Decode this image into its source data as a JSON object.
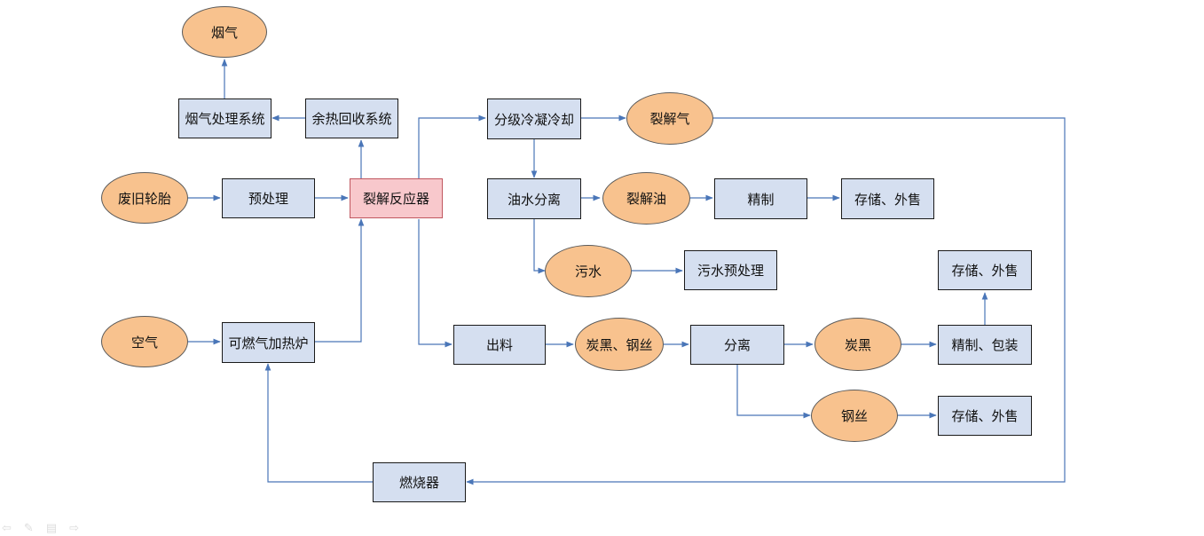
{
  "nodes": {
    "flue_gas": "烟气",
    "flue_gas_treatment": "烟气处理系统",
    "waste_heat_recovery": "余热回收系统",
    "waste_tire": "废旧轮胎",
    "pretreatment": "预处理",
    "pyrolysis_reactor": "裂解反应器",
    "air": "空气",
    "gas_heating_furnace": "可燃气加热炉",
    "burner": "燃烧器",
    "fractional_condensation": "分级冷凝冷却",
    "pyrolysis_gas": "裂解气",
    "oil_water_separation": "油水分离",
    "pyrolysis_oil": "裂解油",
    "refining": "精制",
    "oil_storage_sale": "存储、外售",
    "wastewater": "污水",
    "wastewater_pretreatment": "污水预处理",
    "discharge": "出料",
    "carbon_black_steel_wire": "炭黑、钢丝",
    "separation": "分离",
    "carbon_black": "炭黑",
    "refining_packaging": "精制、包装",
    "carbon_storage_sale": "存储、外售",
    "steel_wire": "钢丝",
    "steel_storage_sale": "存储、外售"
  },
  "colors": {
    "box_fill": "#d5dff0",
    "reactor_fill": "#f8c8cc",
    "oval_fill": "#f8c28e",
    "arrow": "#4a76b8"
  },
  "slideshow_controls": [
    "prev-arrow-icon",
    "pen-icon",
    "menu-icon",
    "next-arrow-icon"
  ]
}
